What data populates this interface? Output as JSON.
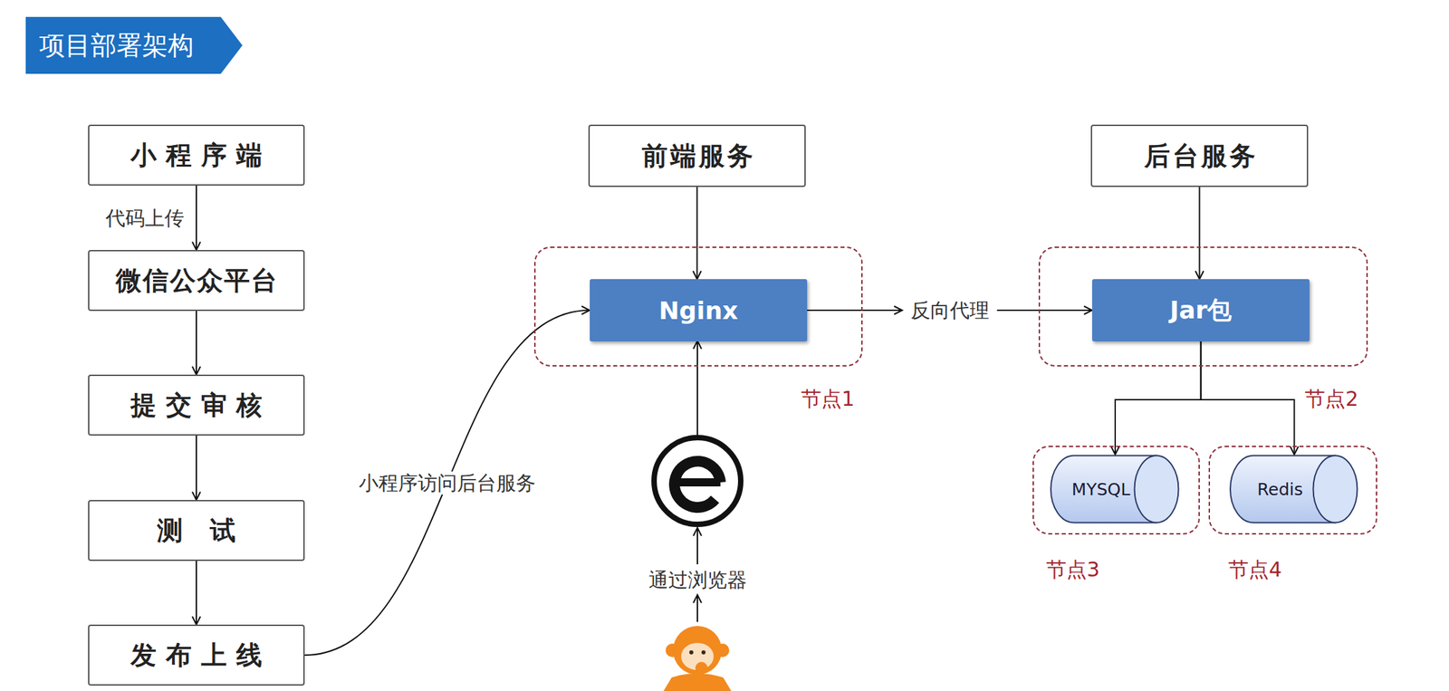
{
  "diagram": {
    "title": "项目部署架构",
    "nodes": [
      {
        "text": [
          "小程序端"
        ]
      },
      {
        "text": [
          "微信公众平台"
        ]
      },
      {
        "text": [
          "提交审核"
        ]
      },
      {
        "text": [
          "测试"
        ]
      },
      {
        "text": [
          "发布上线"
        ]
      },
      {
        "text": [
          "前端服务"
        ]
      },
      {
        "text": [
          "节点1"
        ]
      },
      {
        "text": [
          "Nginx"
        ],
        "in": 6
      },
      {
        "text": [
          "后台服务"
        ]
      },
      {
        "text": [
          "节点2"
        ]
      },
      {
        "text": [
          "Jar包"
        ],
        "in": 9
      },
      {
        "text": [
          "节点3"
        ]
      },
      {
        "text": [
          "MYSQL"
        ],
        "in": 11
      },
      {
        "text": [
          "节点4"
        ]
      },
      {
        "text": [
          "Redis"
        ],
        "in": 13
      }
    ],
    "edges": [
      {
        "from": 0,
        "to": 1,
        "label": "代码上传",
        "arrow": "to"
      },
      {
        "from": 1,
        "to": 2,
        "arrow": "to"
      },
      {
        "from": 2,
        "to": 3,
        "arrow": "to"
      },
      {
        "from": 3,
        "to": 4,
        "arrow": "to"
      },
      {
        "from": 4,
        "to": 7,
        "label": "小程序访问后台服务",
        "arrow": "to"
      },
      {
        "from": 5,
        "to": 7,
        "arrow": "to"
      },
      {
        "from": 7,
        "to": 10,
        "label": "反向代理",
        "arrow": "to"
      },
      {
        "from": 8,
        "to": 10,
        "arrow": "to"
      },
      {
        "from": 10,
        "to": 12,
        "arrow": "to"
      },
      {
        "from": 10,
        "to": 14,
        "arrow": "to"
      }
    ],
    "labels": [
      "通过浏览器"
    ]
  }
}
